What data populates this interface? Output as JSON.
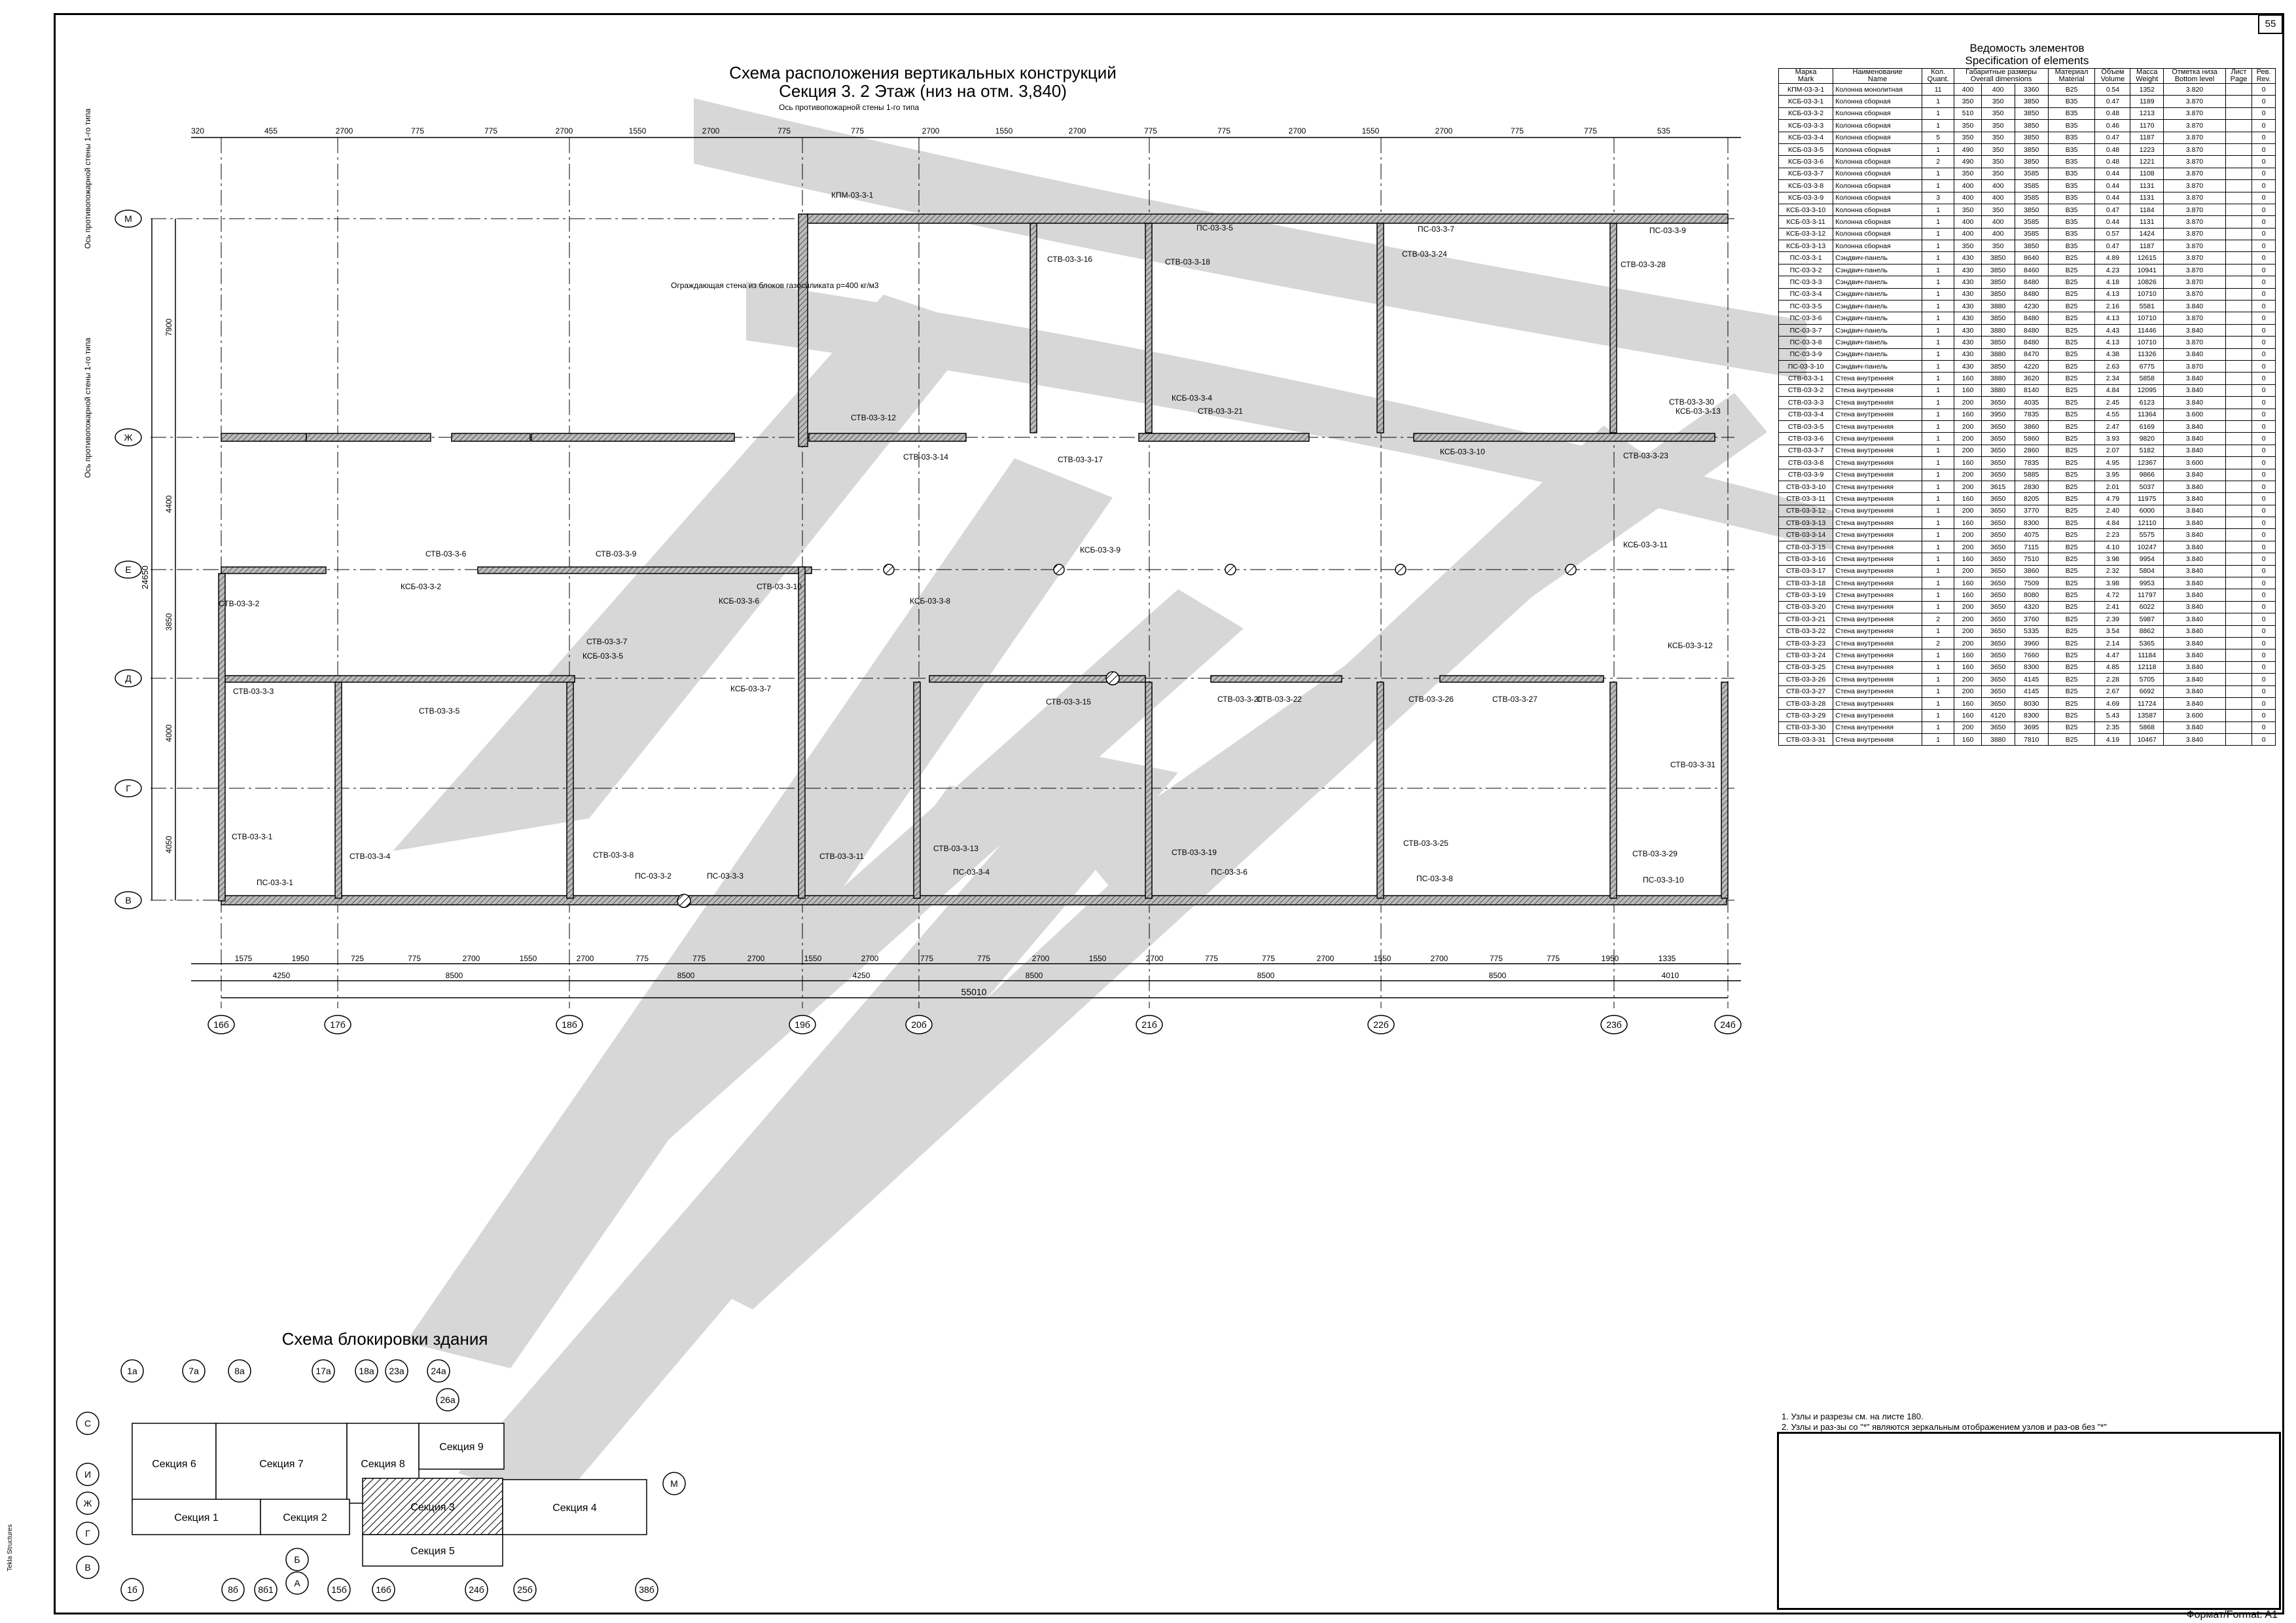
{
  "sheet": {
    "page_number": "55",
    "format_label": "Формат/Format: A1",
    "software_label": "Tekla Structures",
    "notes": [
      "1. Узлы и разрезы см. на листе 180.",
      "2. Узлы и раз-зы со \"*\" являются зеркальным отображением узлов и раз-ов без \"*\""
    ]
  },
  "plan": {
    "title_line1": "Схема расположения вертикальных конструкций",
    "title_line2": "Секция 3. 2 Этаж (низ на отм. 3,840)",
    "axis_note": "Ось противопожарной стены 1-го типа",
    "side_note_top": "Ось противопожарной стены 1-го типа",
    "side_note_mid": "Ось противопожарной стены 1-го типа",
    "wall_note": "Ограждающая стена из блоков газосиликата р=400 кг/м3",
    "row_axes": [
      "М",
      "Ж",
      "Е",
      "Д",
      "Г",
      "В"
    ],
    "col_axes": [
      "16б",
      "17б",
      "18б",
      "19б",
      "20б",
      "21б",
      "22б",
      "23б",
      "24б"
    ],
    "total_dim": "55010",
    "overall_height": "24650",
    "left_dims": [
      "7900",
      "4400",
      "3850",
      "4000",
      "4050"
    ],
    "top_dims": [
      "320",
      "455",
      "2700",
      "775",
      "775",
      "2700",
      "1550",
      "2700",
      "775",
      "775",
      "2700",
      "1550",
      "2700",
      "775",
      "775",
      "2700",
      "1550",
      "2700",
      "775",
      "775",
      "535"
    ],
    "bottom_dims_row1": [
      "1575",
      "1950",
      "725",
      "775",
      "2700",
      "1550",
      "2700",
      "775",
      "775",
      "2700",
      "1550",
      "2700",
      "775",
      "775",
      "2700",
      "1550",
      "2700",
      "775",
      "775",
      "2700",
      "1550",
      "2700",
      "775",
      "775",
      "1950",
      "1335"
    ],
    "bottom_dims_row2": [
      "4250",
      "8500",
      "8500",
      "4250",
      "8500",
      "8500",
      "8500",
      "4010"
    ],
    "labels": [
      "КПМ-03-3-1",
      "СТВ-03-3-16",
      "СТВ-03-3-18",
      "ПС-03-3-5",
      "ПС-03-3-7",
      "ПС-03-3-9",
      "СТВ-03-3-24",
      "СТВ-03-3-28",
      "СТВ-03-3-12",
      "СТВ-03-3-14",
      "СТВ-03-3-17",
      "СТВ-03-3-21",
      "КСБ-03-3-4",
      "КСБ-03-3-10",
      "СТВ-03-3-23",
      "СТВ-03-3-30",
      "КСБ-03-3-13",
      "СТВ-03-3-6",
      "СТВ-03-3-9",
      "КСБ-03-3-2",
      "СТВ-03-3-10",
      "КСБ-03-3-6",
      "КСБ-03-3-8",
      "КСБ-03-3-9",
      "КСБ-03-3-11",
      "СТВ-03-3-2",
      "СТВ-03-3-3",
      "СТВ-03-3-5",
      "СТВ-03-3-7",
      "КСБ-03-3-5",
      "КСБ-03-3-7",
      "СТВ-03-3-15",
      "СТВ-03-3-20",
      "СТВ-03-3-22",
      "СТВ-03-3-26",
      "СТВ-03-3-27",
      "КСБ-03-3-12",
      "СТВ-03-3-31",
      "СТВ-03-3-1",
      "СТВ-03-3-4",
      "СТВ-03-3-8",
      "СТВ-03-3-11",
      "СТВ-03-3-13",
      "СТВ-03-3-19",
      "СТВ-03-3-25",
      "СТВ-03-3-29",
      "ПС-03-3-1",
      "ПС-03-3-2",
      "ПС-03-3-3",
      "ПС-03-3-4",
      "ПС-03-3-6",
      "ПС-03-3-8",
      "ПС-03-3-10"
    ]
  },
  "key_plan": {
    "title": "Схема блокировки здания",
    "top_axes": [
      "1а",
      "7а",
      "8а",
      "17а",
      "18а",
      "23а",
      "24а",
      "26а"
    ],
    "bottom_axes": [
      "1б",
      "8б",
      "8б1",
      "15б",
      "16б",
      "24б",
      "25б",
      "38б"
    ],
    "left_axes": [
      "С",
      "И",
      "Ж",
      "Г",
      "В"
    ],
    "extra_axes": [
      "М",
      "Б",
      "А"
    ],
    "sections": [
      "Секция 6",
      "Секция 7",
      "Секция 8",
      "Секция 9",
      "Секция 1",
      "Секция 2",
      "Секция 3",
      "Секция 4",
      "Секция 5"
    ]
  },
  "spec": {
    "title_ru": "Ведомость элементов",
    "title_en": "Specification of elements",
    "headers": [
      [
        "Марка",
        "Mark"
      ],
      [
        "Наименование",
        "Name"
      ],
      [
        "Кол.",
        "Quant."
      ],
      [
        "Габаритные размеры",
        "Overall dimensions"
      ],
      [
        "Материал",
        "Material"
      ],
      [
        "Объем",
        "Volume"
      ],
      [
        "Масса",
        "Weight"
      ],
      [
        "Отметка низа",
        "Bottom level"
      ],
      [
        "Лист",
        "Page"
      ],
      [
        "Рев.",
        "Rev."
      ]
    ],
    "rows": [
      [
        "КПМ-03-3-1",
        "Колонна монолитная",
        "11",
        "400",
        "400",
        "3360",
        "B25",
        "0.54",
        "1352",
        "3.820",
        "",
        "0"
      ],
      [
        "КСБ-03-3-1",
        "Колонна сборная",
        "1",
        "350",
        "350",
        "3850",
        "B35",
        "0.47",
        "1189",
        "3.870",
        "",
        "0"
      ],
      [
        "КСБ-03-3-2",
        "Колонна сборная",
        "1",
        "510",
        "350",
        "3850",
        "B35",
        "0.48",
        "1213",
        "3.870",
        "",
        "0"
      ],
      [
        "КСБ-03-3-3",
        "Колонна сборная",
        "1",
        "350",
        "350",
        "3850",
        "B35",
        "0.46",
        "1170",
        "3.870",
        "",
        "0"
      ],
      [
        "КСБ-03-3-4",
        "Колонна сборная",
        "5",
        "350",
        "350",
        "3850",
        "B35",
        "0.47",
        "1187",
        "3.870",
        "",
        "0"
      ],
      [
        "КСБ-03-3-5",
        "Колонна сборная",
        "1",
        "490",
        "350",
        "3850",
        "B35",
        "0.48",
        "1223",
        "3.870",
        "",
        "0"
      ],
      [
        "КСБ-03-3-6",
        "Колонна сборная",
        "2",
        "490",
        "350",
        "3850",
        "B35",
        "0.48",
        "1221",
        "3.870",
        "",
        "0"
      ],
      [
        "КСБ-03-3-7",
        "Колонна сборная",
        "1",
        "350",
        "350",
        "3585",
        "B35",
        "0.44",
        "1108",
        "3.870",
        "",
        "0"
      ],
      [
        "КСБ-03-3-8",
        "Колонна сборная",
        "1",
        "400",
        "400",
        "3585",
        "B35",
        "0.44",
        "1131",
        "3.870",
        "",
        "0"
      ],
      [
        "КСБ-03-3-9",
        "Колонна сборная",
        "3",
        "400",
        "400",
        "3585",
        "B35",
        "0.44",
        "1131",
        "3.870",
        "",
        "0"
      ],
      [
        "КСБ-03-3-10",
        "Колонна сборная",
        "1",
        "350",
        "350",
        "3850",
        "B35",
        "0.47",
        "1184",
        "3.870",
        "",
        "0"
      ],
      [
        "КСБ-03-3-11",
        "Колонна сборная",
        "1",
        "400",
        "400",
        "3585",
        "B35",
        "0.44",
        "1131",
        "3.870",
        "",
        "0"
      ],
      [
        "КСБ-03-3-12",
        "Колонна сборная",
        "1",
        "400",
        "400",
        "3585",
        "B35",
        "0.57",
        "1424",
        "3.870",
        "",
        "0"
      ],
      [
        "КСБ-03-3-13",
        "Колонна сборная",
        "1",
        "350",
        "350",
        "3850",
        "B35",
        "0.47",
        "1187",
        "3.870",
        "",
        "0"
      ],
      [
        "ПС-03-3-1",
        "Сэндвич-панель",
        "1",
        "430",
        "3850",
        "8640",
        "B25",
        "4.89",
        "12615",
        "3.870",
        "",
        "0"
      ],
      [
        "ПС-03-3-2",
        "Сэндвич-панель",
        "1",
        "430",
        "3850",
        "8460",
        "B25",
        "4.23",
        "10941",
        "3.870",
        "",
        "0"
      ],
      [
        "ПС-03-3-3",
        "Сэндвич-панель",
        "1",
        "430",
        "3850",
        "8480",
        "B25",
        "4.18",
        "10826",
        "3.870",
        "",
        "0"
      ],
      [
        "ПС-03-3-4",
        "Сэндвич-панель",
        "1",
        "430",
        "3850",
        "8480",
        "B25",
        "4.13",
        "10710",
        "3.870",
        "",
        "0"
      ],
      [
        "ПС-03-3-5",
        "Сэндвич-панель",
        "1",
        "430",
        "3880",
        "4230",
        "B25",
        "2.16",
        "5581",
        "3.840",
        "",
        "0"
      ],
      [
        "ПС-03-3-6",
        "Сэндвич-панель",
        "1",
        "430",
        "3850",
        "8480",
        "B25",
        "4.13",
        "10710",
        "3.870",
        "",
        "0"
      ],
      [
        "ПС-03-3-7",
        "Сэндвич-панель",
        "1",
        "430",
        "3880",
        "8480",
        "B25",
        "4.43",
        "11446",
        "3.840",
        "",
        "0"
      ],
      [
        "ПС-03-3-8",
        "Сэндвич-панель",
        "1",
        "430",
        "3850",
        "8480",
        "B25",
        "4.13",
        "10710",
        "3.870",
        "",
        "0"
      ],
      [
        "ПС-03-3-9",
        "Сэндвич-панель",
        "1",
        "430",
        "3880",
        "8470",
        "B25",
        "4.38",
        "11326",
        "3.840",
        "",
        "0"
      ],
      [
        "ПС-03-3-10",
        "Сэндвич-панель",
        "1",
        "430",
        "3850",
        "4220",
        "B25",
        "2.63",
        "6775",
        "3.870",
        "",
        "0"
      ],
      [
        "СТВ-03-3-1",
        "Стена внутренняя",
        "1",
        "160",
        "3880",
        "3620",
        "B25",
        "2.34",
        "5858",
        "3.840",
        "",
        "0"
      ],
      [
        "СТВ-03-3-2",
        "Стена внутренняя",
        "1",
        "160",
        "3880",
        "8140",
        "B25",
        "4.84",
        "12095",
        "3.840",
        "",
        "0"
      ],
      [
        "СТВ-03-3-3",
        "Стена внутренняя",
        "1",
        "200",
        "3650",
        "4035",
        "B25",
        "2.45",
        "6123",
        "3.840",
        "",
        "0"
      ],
      [
        "СТВ-03-3-4",
        "Стена внутренняя",
        "1",
        "160",
        "3950",
        "7835",
        "B25",
        "4.55",
        "11364",
        "3.600",
        "",
        "0"
      ],
      [
        "СТВ-03-3-5",
        "Стена внутренняя",
        "1",
        "200",
        "3650",
        "3860",
        "B25",
        "2.47",
        "6169",
        "3.840",
        "",
        "0"
      ],
      [
        "СТВ-03-3-6",
        "Стена внутренняя",
        "1",
        "200",
        "3650",
        "5860",
        "B25",
        "3.93",
        "9820",
        "3.840",
        "",
        "0"
      ],
      [
        "СТВ-03-3-7",
        "Стена внутренняя",
        "1",
        "200",
        "3650",
        "2860",
        "B25",
        "2.07",
        "5182",
        "3.840",
        "",
        "0"
      ],
      [
        "СТВ-03-3-8",
        "Стена внутренняя",
        "1",
        "160",
        "3650",
        "7835",
        "B25",
        "4.95",
        "12367",
        "3.600",
        "",
        "0"
      ],
      [
        "СТВ-03-3-9",
        "Стена внутренняя",
        "1",
        "200",
        "3650",
        "5885",
        "B25",
        "3.95",
        "9866",
        "3.840",
        "",
        "0"
      ],
      [
        "СТВ-03-3-10",
        "Стена внутренняя",
        "1",
        "200",
        "3615",
        "2830",
        "B25",
        "2.01",
        "5037",
        "3.840",
        "",
        "0"
      ],
      [
        "СТВ-03-3-11",
        "Стена внутренняя",
        "1",
        "160",
        "3650",
        "8205",
        "B25",
        "4.79",
        "11975",
        "3.840",
        "",
        "0"
      ],
      [
        "СТВ-03-3-12",
        "Стена внутренняя",
        "1",
        "200",
        "3650",
        "3770",
        "B25",
        "2.40",
        "6000",
        "3.840",
        "",
        "0"
      ],
      [
        "СТВ-03-3-13",
        "Стена внутренняя",
        "1",
        "160",
        "3650",
        "8300",
        "B25",
        "4.84",
        "12110",
        "3.840",
        "",
        "0"
      ],
      [
        "СТВ-03-3-14",
        "Стена внутренняя",
        "1",
        "200",
        "3650",
        "4075",
        "B25",
        "2.23",
        "5575",
        "3.840",
        "",
        "0"
      ],
      [
        "СТВ-03-3-15",
        "Стена внутренняя",
        "1",
        "200",
        "3650",
        "7115",
        "B25",
        "4.10",
        "10247",
        "3.840",
        "",
        "0"
      ],
      [
        "СТВ-03-3-16",
        "Стена внутренняя",
        "1",
        "160",
        "3650",
        "7510",
        "B25",
        "3.98",
        "9954",
        "3.840",
        "",
        "0"
      ],
      [
        "СТВ-03-3-17",
        "Стена внутренняя",
        "1",
        "200",
        "3650",
        "3860",
        "B25",
        "2.32",
        "5804",
        "3.840",
        "",
        "0"
      ],
      [
        "СТВ-03-3-18",
        "Стена внутренняя",
        "1",
        "160",
        "3650",
        "7509",
        "B25",
        "3.98",
        "9953",
        "3.840",
        "",
        "0"
      ],
      [
        "СТВ-03-3-19",
        "Стена внутренняя",
        "1",
        "160",
        "3650",
        "8080",
        "B25",
        "4.72",
        "11797",
        "3.840",
        "",
        "0"
      ],
      [
        "СТВ-03-3-20",
        "Стена внутренняя",
        "1",
        "200",
        "3650",
        "4320",
        "B25",
        "2.41",
        "6022",
        "3.840",
        "",
        "0"
      ],
      [
        "СТВ-03-3-21",
        "Стена внутренняя",
        "2",
        "200",
        "3650",
        "3760",
        "B25",
        "2.39",
        "5987",
        "3.840",
        "",
        "0"
      ],
      [
        "СТВ-03-3-22",
        "Стена внутренняя",
        "1",
        "200",
        "3650",
        "5335",
        "B25",
        "3.54",
        "8862",
        "3.840",
        "",
        "0"
      ],
      [
        "СТВ-03-3-23",
        "Стена внутренняя",
        "2",
        "200",
        "3650",
        "3960",
        "B25",
        "2.14",
        "5365",
        "3.840",
        "",
        "0"
      ],
      [
        "СТВ-03-3-24",
        "Стена внутренняя",
        "1",
        "160",
        "3650",
        "7660",
        "B25",
        "4.47",
        "11184",
        "3.840",
        "",
        "0"
      ],
      [
        "СТВ-03-3-25",
        "Стена внутренняя",
        "1",
        "160",
        "3650",
        "8300",
        "B25",
        "4.85",
        "12118",
        "3.840",
        "",
        "0"
      ],
      [
        "СТВ-03-3-26",
        "Стена внутренняя",
        "1",
        "200",
        "3650",
        "4145",
        "B25",
        "2.28",
        "5705",
        "3.840",
        "",
        "0"
      ],
      [
        "СТВ-03-3-27",
        "Стена внутренняя",
        "1",
        "200",
        "3650",
        "4145",
        "B25",
        "2.67",
        "6692",
        "3.840",
        "",
        "0"
      ],
      [
        "СТВ-03-3-28",
        "Стена внутренняя",
        "1",
        "160",
        "3650",
        "8030",
        "B25",
        "4.69",
        "11724",
        "3.840",
        "",
        "0"
      ],
      [
        "СТВ-03-3-29",
        "Стена внутренняя",
        "1",
        "160",
        "4120",
        "8300",
        "B25",
        "5.43",
        "13587",
        "3.600",
        "",
        "0"
      ],
      [
        "СТВ-03-3-30",
        "Стена внутренняя",
        "1",
        "200",
        "3650",
        "3695",
        "B25",
        "2.35",
        "5868",
        "3.840",
        "",
        "0"
      ],
      [
        "СТВ-03-3-31",
        "Стена внутренняя",
        "1",
        "160",
        "3880",
        "7810",
        "B25",
        "4.19",
        "10467",
        "3.840",
        "",
        "0"
      ]
    ]
  }
}
